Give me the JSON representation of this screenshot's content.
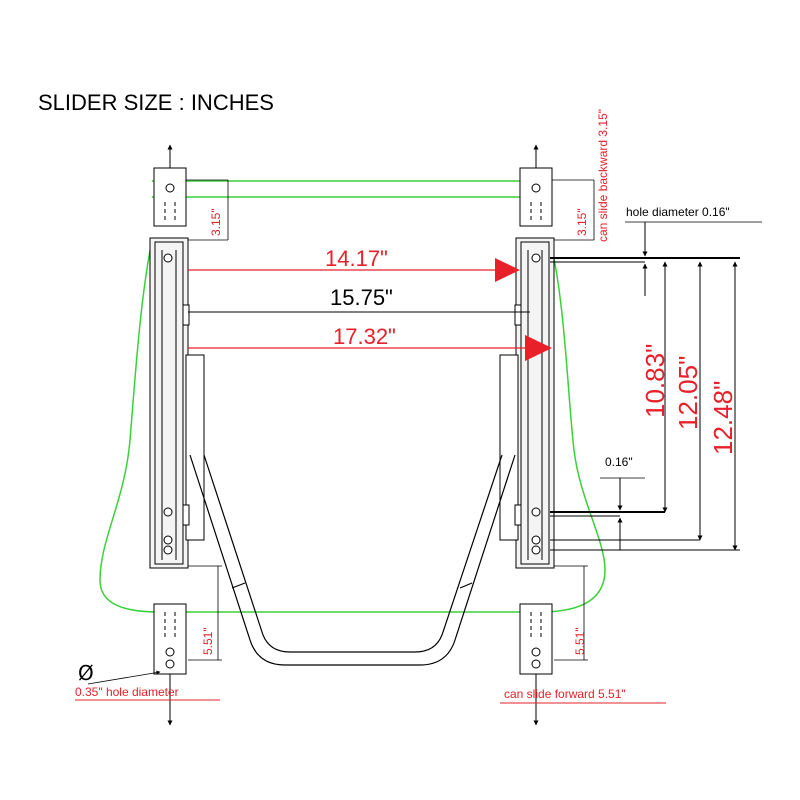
{
  "title": "SLIDER SIZE : INCHES",
  "dimensions": {
    "width_inner": "14.17\"",
    "width_mid": "15.75\"",
    "width_outer": "17.32\"",
    "length_1": "10.83\"",
    "length_2": "12.05\"",
    "length_3": "12.48\"",
    "hole_top": "hole diameter 0.16\"",
    "hole_gap": "0.16\"",
    "slide_back_left": "3.15\"",
    "slide_back_right": "3.15\"",
    "slide_back_note": "can slide backward 3.15\"",
    "slide_fwd_left": "5.51\"",
    "slide_fwd_right": "5.51\"",
    "slide_fwd_note": "can slide forward 5.51\"",
    "hole_diameter_note": "0.35\" hole diameter",
    "diameter_symbol": "Ø"
  },
  "colors": {
    "red": "#e8202a",
    "green": "#3bd13b",
    "line": "#000000",
    "rail_fill": "#f4f4f4"
  }
}
